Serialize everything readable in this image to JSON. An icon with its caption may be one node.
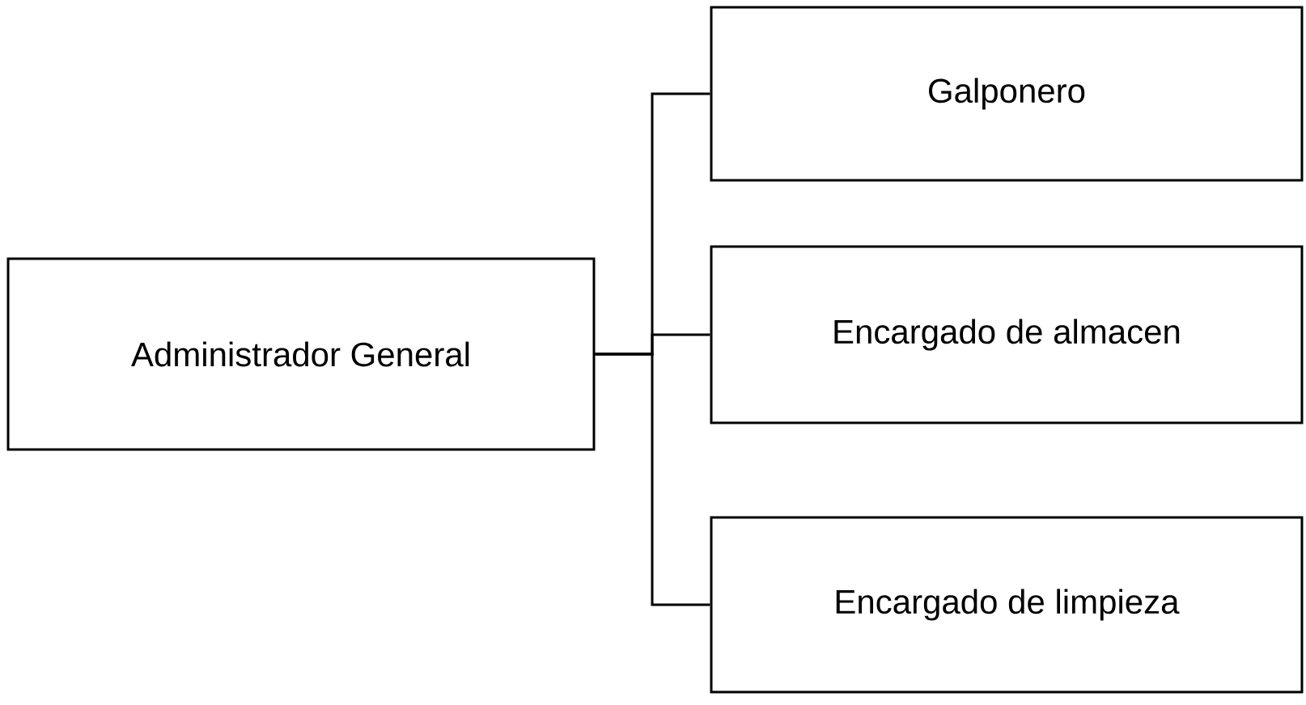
{
  "diagram": {
    "nodes": [
      {
        "text": [
          "Administrador General"
        ]
      },
      {
        "text": [
          "Galponero"
        ]
      },
      {
        "text": [
          "Encargado de almacen"
        ]
      },
      {
        "text": [
          "Encargado de limpieza"
        ]
      }
    ],
    "edges": [
      {
        "from": 0,
        "to": 1,
        "arrow": "none"
      },
      {
        "from": 0,
        "to": 2,
        "arrow": "none"
      },
      {
        "from": 0,
        "to": 3,
        "arrow": "none"
      }
    ]
  }
}
